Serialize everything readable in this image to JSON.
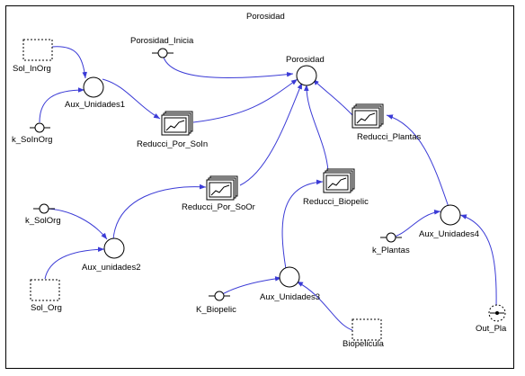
{
  "diagram": {
    "title": "Porosidad",
    "nodes": {
      "sol_inorg": "Sol_InOrg",
      "k_soinorg": "k_SoInOrg",
      "aux_unidades1": "Aux_Unidades1",
      "reducci_por_soin": "Reducci_Por_SoIn",
      "porosidad_inicia": "Porosidad_Inicia",
      "porosidad": "Porosidad",
      "reducci_plantas": "Reducci_Plantas",
      "k_solorg": "k_SolOrg",
      "reducci_por_soor": "Reducci_Por_SoOr",
      "reducci_biopelic": "Reducci_Biopelic",
      "aux_unidades2": "Aux_unidades2",
      "sol_org": "Sol_Org",
      "aux_unidades4": "Aux_Unidades4",
      "k_plantas": "k_Plantas",
      "k_biopelic": "K_Biopelic",
      "aux_unidades3": "Aux_Unidades3",
      "biopelicula": "Biopelicula",
      "out_pla": "Out_Pla"
    },
    "colors": {
      "link": "#3b3bd6",
      "node_stroke": "#000000",
      "background": "#ffffff"
    }
  }
}
